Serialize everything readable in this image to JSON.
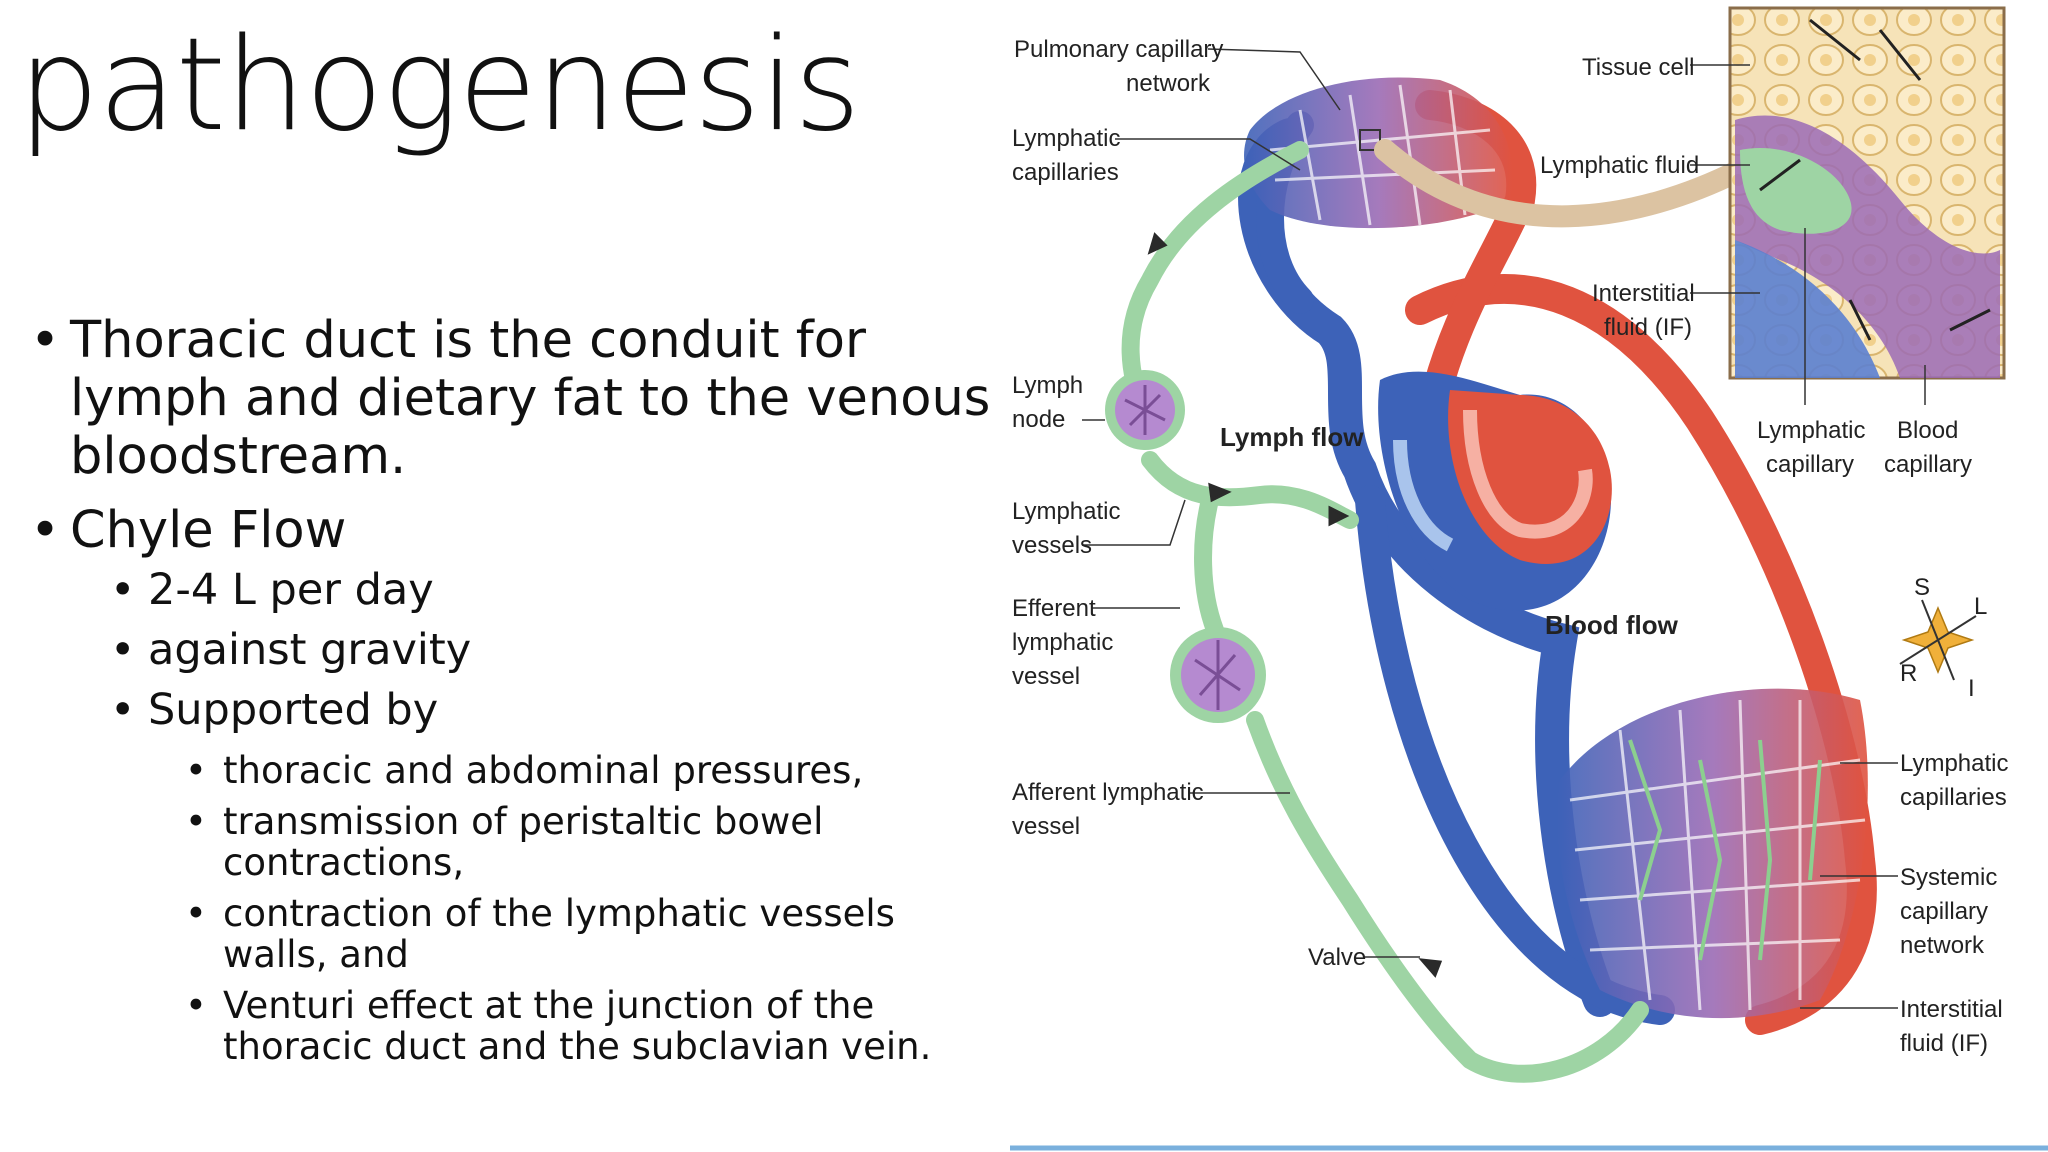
{
  "slide": {
    "title": "pathogenesis",
    "bullets": [
      {
        "text": "Thoracic duct is the conduit for lymph and dietary fat to the venous bloodstream."
      },
      {
        "text": "Chyle Flow"
      }
    ],
    "sub_bullets": [
      "2-4 L per day",
      "against gravity",
      "Supported by"
    ],
    "sub_sub_bullets": [
      "thoracic and abdominal pressures,",
      "transmission of peristaltic bowel contractions,",
      "contraction of the lymphatic vessels walls, and",
      " Venturi effect at the junction of the thoracic duct and the subclavian vein."
    ]
  },
  "figure": {
    "labels": {
      "pulmonary_capillary_1": "Pulmonary capillary",
      "pulmonary_capillary_2": "network",
      "lymphatic_capillaries_top_1": "Lymphatic",
      "lymphatic_capillaries_top_2": "capillaries",
      "lymph_node_1": "Lymph",
      "lymph_node_2": "node",
      "lymph_flow": "Lymph flow",
      "lymphatic_vessels_1": "Lymphatic",
      "lymphatic_vessels_2": "vessels",
      "efferent_1": "Efferent",
      "efferent_2": "lymphatic",
      "efferent_3": "vessel",
      "afferent_1": "Afferent lymphatic",
      "afferent_2": "vessel",
      "valve": "Valve",
      "blood_flow": "Blood flow",
      "tissue_cell": "Tissue cell",
      "lymphatic_fluid": "Lymphatic fluid",
      "interstitial_top_1": "Interstitial",
      "interstitial_top_2": "fluid (IF)",
      "lymphatic_capillary_1": "Lymphatic",
      "lymphatic_capillary_2": "capillary",
      "blood_capillary_1": "Blood",
      "blood_capillary_2": "capillary",
      "compass_s": "S",
      "compass_l": "L",
      "compass_r": "R",
      "compass_i": "I",
      "lymphatic_capillaries_bottom_1": "Lymphatic",
      "lymphatic_capillaries_bottom_2": "capillaries",
      "systemic_1": "Systemic",
      "systemic_2": "capillary",
      "systemic_3": "network",
      "interstitial_bottom_1": "Interstitial",
      "interstitial_bottom_2": "fluid (IF)"
    },
    "colors": {
      "blood_red": "#e0533f",
      "blood_blue": "#3d62b8",
      "lymph_green": "#9ed4a4",
      "capillary_purple": "#9b6bb5"
    }
  }
}
